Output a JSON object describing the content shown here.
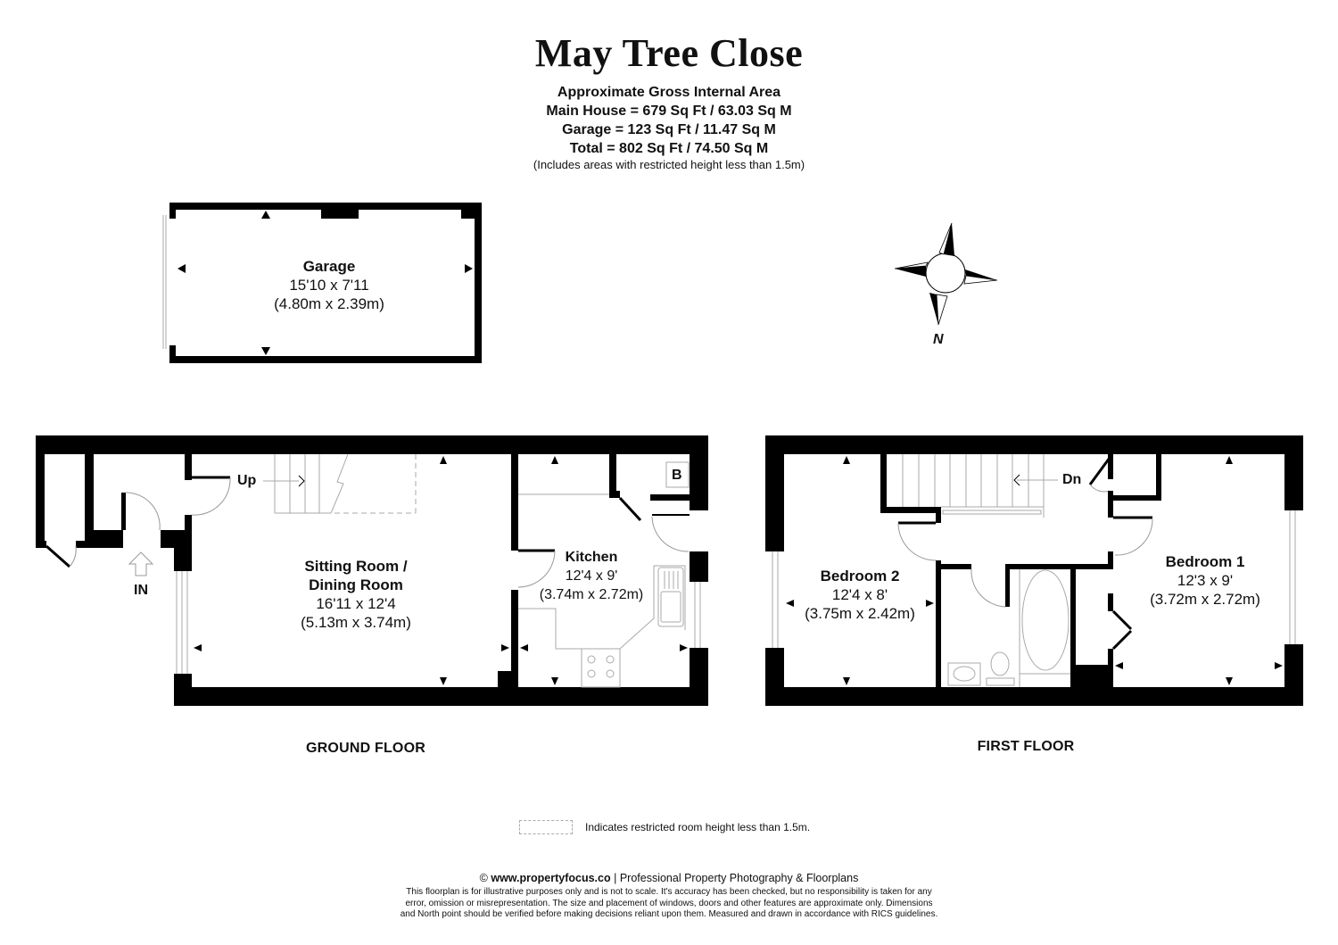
{
  "header": {
    "title": "May Tree Close",
    "area_heading": "Approximate Gross Internal Area",
    "main_house": "Main House = 679 Sq Ft / 63.03 Sq M",
    "garage": "Garage = 123 Sq Ft / 11.47 Sq M",
    "total": "Total = 802 Sq Ft / 74.50 Sq M",
    "note": "(Includes areas with restricted height less than 1.5m)"
  },
  "rooms": {
    "garage": {
      "name": "Garage",
      "imperial": "15'10 x 7'11",
      "metric": "(4.80m x 2.39m)"
    },
    "sitting": {
      "name1": "Sitting Room /",
      "name2": "Dining Room",
      "imperial": "16'11 x 12'4",
      "metric": "(5.13m x 3.74m)"
    },
    "kitchen": {
      "name": "Kitchen",
      "imperial": "12'4 x 9'",
      "metric": "(3.74m x 2.72m)"
    },
    "bedroom2": {
      "name": "Bedroom 2",
      "imperial": "12'4 x 8'",
      "metric": "(3.75m x 2.42m)"
    },
    "bedroom1": {
      "name": "Bedroom 1",
      "imperial": "12'3 x 9'",
      "metric": "(3.72m x 2.72m)"
    }
  },
  "annotations": {
    "up": "Up",
    "down": "Dn",
    "entrance": "IN",
    "boiler": "B",
    "north": "N"
  },
  "floors": {
    "ground": "GROUND FLOOR",
    "first": "FIRST FLOOR"
  },
  "legend": {
    "restricted": "Indicates restricted room height less than 1.5m."
  },
  "footer": {
    "copyright_symbol": "©",
    "website": "www.propertyfocus.co",
    "tagline": "| Professional Property Photography & Floorplans",
    "disclaimer1": "This floorplan is for illustrative purposes only and is not to scale. It's accuracy has been checked, but no responsibility is taken for any",
    "disclaimer2": "error, omission or misrepresentation. The size and placement of windows, doors and other features are approximate only. Dimensions",
    "disclaimer3": "and North point should be verified before making decisions reliant upon them. Measured and drawn in accordance with RICS guidelines."
  },
  "colors": {
    "wall": "#000000",
    "fixture": "#9a9a9a",
    "background": "#ffffff"
  }
}
